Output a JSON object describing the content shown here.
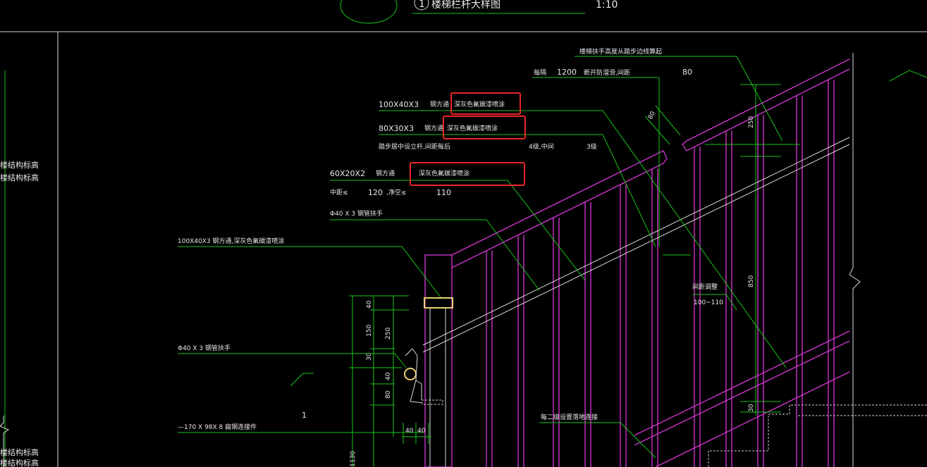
{
  "title": {
    "circle_number": "1",
    "name": "楼梯栏杆大样图",
    "scale": "1:10"
  },
  "left_labels": {
    "label1": "楼结构标高",
    "label2": "楼结构标高",
    "label3": "楼结构标高",
    "label4": "楼结构标高"
  },
  "notes": {
    "handrail_height": "楼梯扶手高度从踏步边线算起",
    "spacing_every": "每隔",
    "spacing_value": "1200",
    "spacing_rest": "断开防溜滑,间距",
    "spacing_gap": "80",
    "top_tube_spec": "100X40X3",
    "top_tube_type": "钢方通",
    "top_tube_finish": "深灰色氟碳漆喷涂",
    "mid_tube_spec": "80X30X3",
    "mid_tube_type": "钢方通",
    "mid_tube_finish": "深灰色氟碳漆喷涂",
    "post_note": "踏步居中设立杆,间距每后",
    "steps_4": "4级,中间",
    "steps_3": "3级",
    "baluster_spec": "60X20X2",
    "baluster_type": "钢方通",
    "baluster_finish": "深灰色氟碳漆喷涂",
    "center_dist": "中距≤",
    "center_val": "120",
    "clear_dist": ",净空≤",
    "clear_val": "110",
    "handrail_pipe": "Φ40 X 3 钢管扶手",
    "left_tube": "100X40X3 钢方通,深灰色氟碳漆喷涂",
    "left_handrail": "Φ40 X 3 钢管扶手",
    "plate": "—170 X 98X 8 扁钢连接件",
    "embed_note": "每二级设置落地连接",
    "gap_label": "间距调整",
    "gap_range": "100~110",
    "marker_1": "1"
  },
  "dimensions": {
    "d40a": "40",
    "d150": "150",
    "d250": "250",
    "d30": "30",
    "d40b": "40",
    "d80a": "80",
    "d1130": "1130",
    "d40c": "40",
    "d40d": "40",
    "d80b": "80",
    "r250": "250",
    "r850": "850",
    "r30": "30"
  },
  "colors": {
    "background": "#000000",
    "leader": "#18c418",
    "railing": "#cc33cc",
    "text": "#e8e8e8",
    "highlight": "#e8262a",
    "handrail": "#e8d070"
  }
}
